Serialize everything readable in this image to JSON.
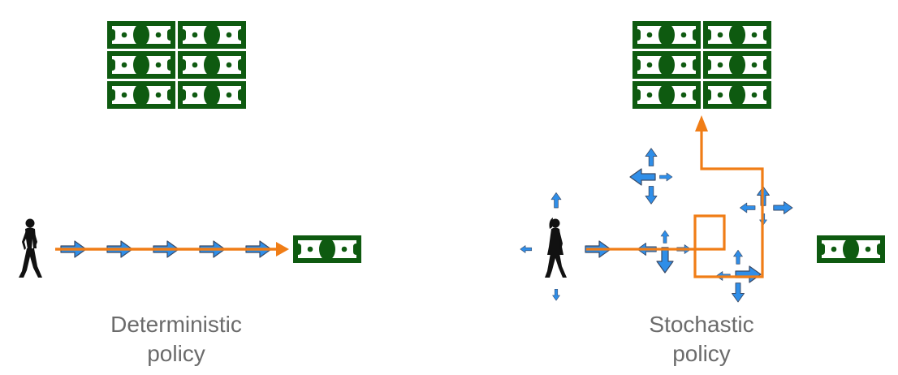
{
  "panels": {
    "deterministic": {
      "caption_line1": "Deterministic",
      "caption_line2": "policy"
    },
    "stochastic": {
      "caption_line1": "Stochastic",
      "caption_line2": "policy"
    }
  },
  "colors": {
    "money_green": "#0e5a10",
    "money_white": "#ffffff",
    "arrow_blue": "#2f8ee8",
    "arrow_outline": "#3a4a66",
    "path_orange": "#f07d16",
    "person": "#111111",
    "caption": "#6b6b6b"
  },
  "icons": {
    "reward": "dollar-bill-icon",
    "agent_left": "walking-man-icon",
    "agent_right": "walking-woman-icon",
    "action": "blue-arrow-icon"
  }
}
